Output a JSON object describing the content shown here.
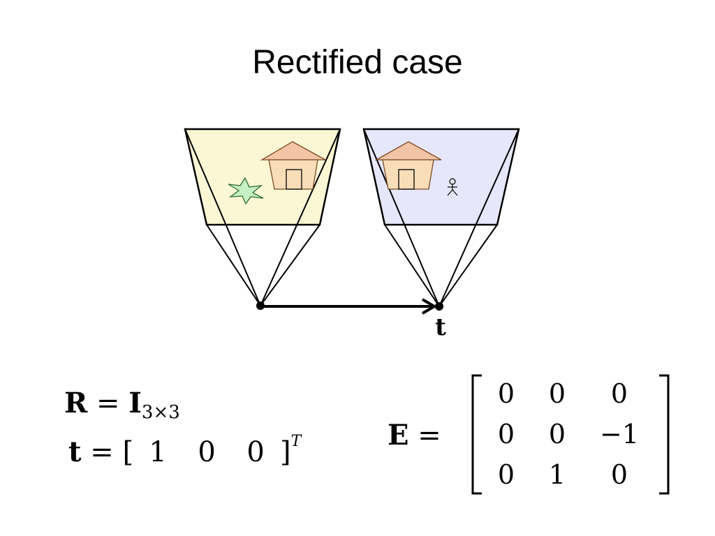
{
  "title": "Rectified case",
  "diagram": {
    "translation_label": "t"
  },
  "equations": {
    "R_lhs": "R",
    "R_eq": " = ",
    "R_rhs": "I",
    "R_sub": "3×3",
    "t_lhs": "t",
    "t_eq": " = ",
    "t_open": "[",
    "t_values": [
      "1",
      "0",
      "0"
    ],
    "t_close": "]",
    "t_sup": "T",
    "E_lhs": "E",
    "E_eq": " = ",
    "E_matrix": [
      [
        "0",
        "0",
        "0"
      ],
      [
        "0",
        "0",
        "−1"
      ],
      [
        "0",
        "1",
        "0"
      ]
    ]
  }
}
